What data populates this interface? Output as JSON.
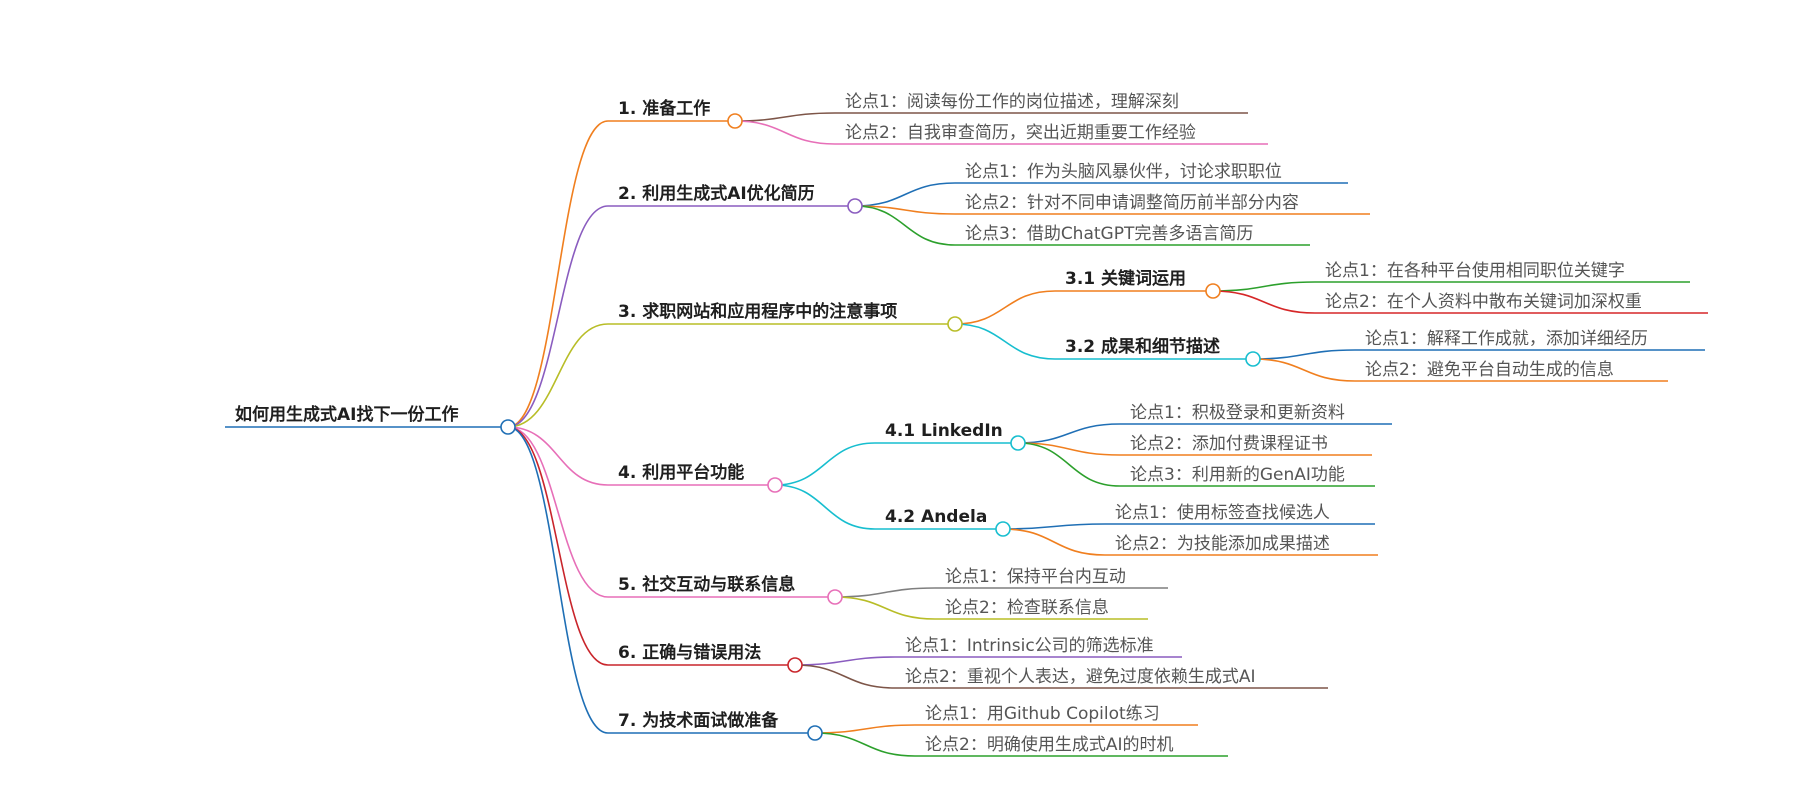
{
  "root": {
    "label": "如何用生成式AI找下一份工作",
    "color": "#1f6fb5",
    "branches": [
      {
        "label": "1. 准备工作",
        "color": "#f07f1f",
        "children": [
          {
            "label": "论点1：阅读每份工作的岗位描述，理解深刻",
            "color": "#7d5548"
          },
          {
            "label": "论点2：自我审查简历，突出近期重要工作经验",
            "color": "#e76fb8"
          }
        ]
      },
      {
        "label": "2. 利用生成式AI优化简历",
        "color": "#8a5cbf",
        "children": [
          {
            "label": "论点1：作为头脑风暴伙伴，讨论求职职位",
            "color": "#1f6fb5"
          },
          {
            "label": "论点2：针对不同申请调整简历前半部分内容",
            "color": "#f07f1f"
          },
          {
            "label": "论点3：借助ChatGPT完善多语言简历",
            "color": "#2ca02c"
          }
        ]
      },
      {
        "label": "3. 求职网站和应用程序中的注意事项",
        "color": "#b8bd27",
        "children": [
          {
            "label": "3.1 关键词运用",
            "color": "#f07f1f",
            "children": [
              {
                "label": "论点1：在各种平台使用相同职位关键字",
                "color": "#2ca02c"
              },
              {
                "label": "论点2：在个人资料中散布关键词加深权重",
                "color": "#d62728"
              }
            ]
          },
          {
            "label": "3.2 成果和细节描述",
            "color": "#17becf",
            "children": [
              {
                "label": "论点1：解释工作成就，添加详细经历",
                "color": "#1f6fb5"
              },
              {
                "label": "论点2：避免平台自动生成的信息",
                "color": "#f07f1f"
              }
            ]
          }
        ]
      },
      {
        "label": "4. 利用平台功能",
        "color": "#e76fb8",
        "children": [
          {
            "label": "4.1 LinkedIn",
            "color": "#17becf",
            "children": [
              {
                "label": "论点1：积极登录和更新资料",
                "color": "#1f6fb5"
              },
              {
                "label": "论点2：添加付费课程证书",
                "color": "#f07f1f"
              },
              {
                "label": "论点3：利用新的GenAI功能",
                "color": "#2ca02c"
              }
            ]
          },
          {
            "label": "4.2 Andela",
            "color": "#17becf",
            "children": [
              {
                "label": "论点1：使用标签查找候选人",
                "color": "#1f6fb5"
              },
              {
                "label": "论点2：为技能添加成果描述",
                "color": "#f07f1f"
              }
            ]
          }
        ]
      },
      {
        "label": "5. 社交互动与联系信息",
        "color": "#e76fb8",
        "children": [
          {
            "label": "论点1：保持平台内互动",
            "color": "#7f7f7f"
          },
          {
            "label": "论点2：检查联系信息",
            "color": "#b8bd27"
          }
        ]
      },
      {
        "label": "6. 正确与错误用法",
        "color": "#c9252b",
        "children": [
          {
            "label": "论点1：Intrinsic公司的筛选标准",
            "color": "#8a5cbf"
          },
          {
            "label": "论点2：重视个人表达，避免过度依赖生成式AI",
            "color": "#7d5548"
          }
        ]
      },
      {
        "label": "7. 为技术面试做准备",
        "color": "#1f6fb5",
        "children": [
          {
            "label": "论点1：用Github Copilot练习",
            "color": "#f07f1f"
          },
          {
            "label": "论点2：明确使用生成式AI的时机",
            "color": "#2ca02c"
          }
        ]
      }
    ]
  }
}
